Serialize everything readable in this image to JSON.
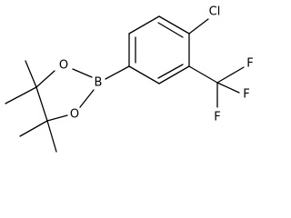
{
  "molecule": {
    "atoms": {
      "cl": "Cl",
      "boron": "B",
      "oxygen_top": "O",
      "oxygen_bottom": "O",
      "fluorine_top": "F",
      "fluorine_middle": "F",
      "fluorine_bottom": "F"
    },
    "colors": {
      "bond": "#000000",
      "text": "#000000",
      "background": "#ffffff"
    }
  }
}
